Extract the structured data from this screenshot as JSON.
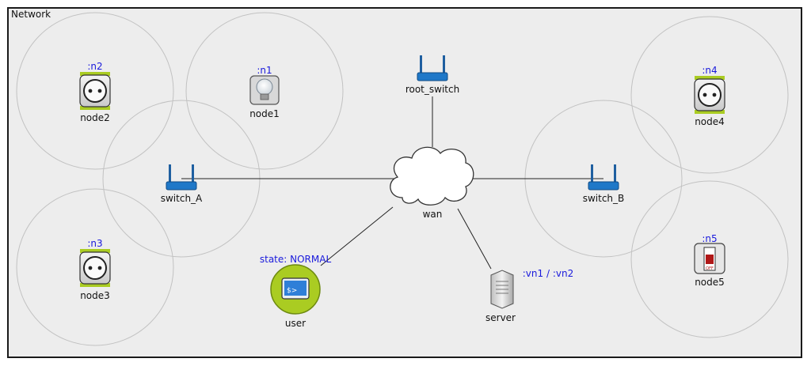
{
  "network": {
    "title": "Network"
  },
  "nodes": {
    "node1": {
      "tag": ":n1",
      "label": "node1"
    },
    "node2": {
      "tag": ":n2",
      "label": "node2"
    },
    "node3": {
      "tag": ":n3",
      "label": "node3"
    },
    "node4": {
      "tag": ":n4",
      "label": "node4"
    },
    "node5": {
      "tag": ":n5",
      "label": "node5",
      "switch_text": "OFF"
    }
  },
  "switches": {
    "root": {
      "label": "root_switch"
    },
    "a": {
      "label": "switch_A"
    },
    "b": {
      "label": "switch_B"
    }
  },
  "wan": {
    "label": "wan"
  },
  "user": {
    "label": "user",
    "state": "state: NORMAL",
    "screen_text": "$>"
  },
  "server": {
    "label": "server",
    "vn": ":vn1 /  :vn2"
  },
  "colors": {
    "accent_green": "#aacc22",
    "router_blue": "#1f78c8",
    "tag_blue": "#1a1adc"
  }
}
